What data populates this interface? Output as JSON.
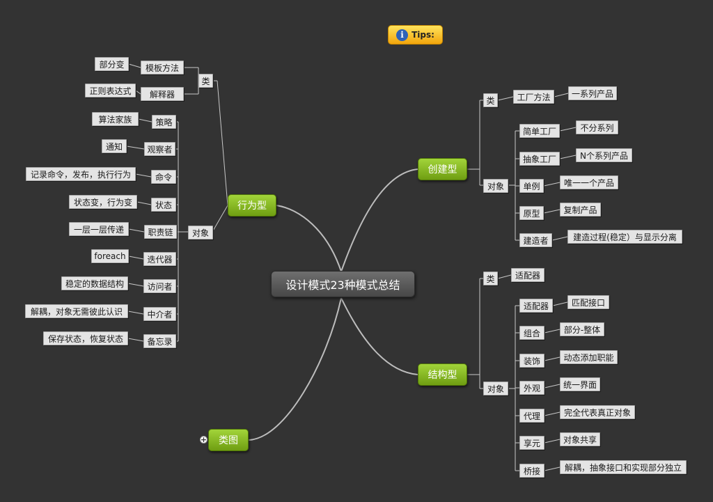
{
  "root": {
    "label": "设计模式23种模式总结"
  },
  "tips": {
    "label": "Tips:",
    "icon": "info-icon"
  },
  "branches": {
    "behavioral": "行为型",
    "creational": "创建型",
    "structural": "结构型",
    "class_diagram": "类图"
  },
  "expander": {
    "symbol": "+",
    "icon": "expand-plus-icon"
  },
  "behavioral": {
    "class_label": "类",
    "object_label": "对象",
    "class_patterns": [
      {
        "name": "模板方法",
        "desc": "部分变"
      },
      {
        "name": "解释器",
        "desc": "正则表达式"
      }
    ],
    "object_patterns": [
      {
        "name": "策略",
        "desc": "算法家族"
      },
      {
        "name": "观察者",
        "desc": "通知"
      },
      {
        "name": "命令",
        "desc": "记录命令，发布，执行行为"
      },
      {
        "name": "状态",
        "desc": "状态变，行为变"
      },
      {
        "name": "职责链",
        "desc": "一层一层传递"
      },
      {
        "name": "迭代器",
        "desc": "foreach"
      },
      {
        "name": "访问者",
        "desc": "稳定的数据结构"
      },
      {
        "name": "中介者",
        "desc": "解耦，对象无需彼此认识"
      },
      {
        "name": "备忘录",
        "desc": "保存状态，恢复状态"
      }
    ]
  },
  "creational": {
    "class_label": "类",
    "object_label": "对象",
    "class_patterns": [
      {
        "name": "工厂方法",
        "desc": "一系列产品"
      }
    ],
    "object_patterns": [
      {
        "name": "简单工厂",
        "desc": "不分系列"
      },
      {
        "name": "抽象工厂",
        "desc": "N个系列产品"
      },
      {
        "name": "单例",
        "desc": "唯一一个产品"
      },
      {
        "name": "原型",
        "desc": "复制产品"
      },
      {
        "name": "建造者",
        "desc": "建造过程(稳定）与显示分离"
      }
    ]
  },
  "structural": {
    "class_label": "类",
    "object_label": "对象",
    "class_patterns": [
      {
        "name": "适配器"
      }
    ],
    "object_patterns": [
      {
        "name": "适配器",
        "desc": "匹配接口"
      },
      {
        "name": "组合",
        "desc": "部分-整体"
      },
      {
        "name": "装饰",
        "desc": "动态添加职能"
      },
      {
        "name": "外观",
        "desc": "统一界面"
      },
      {
        "name": "代理",
        "desc": "完全代表真正对象"
      },
      {
        "name": "享元",
        "desc": "对象共享"
      },
      {
        "name": "桥接",
        "desc": "解耦，抽象接口和实现部分独立"
      }
    ]
  },
  "colors": {
    "background": "#333333",
    "branch": "#8cbd24",
    "connector": "#c8c8c8",
    "tips": "#f7c531"
  }
}
